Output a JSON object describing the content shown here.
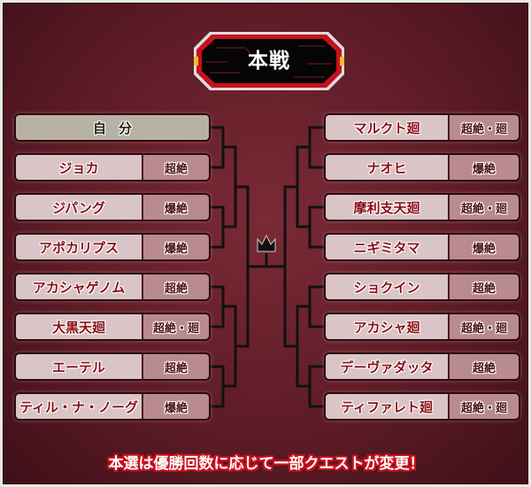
{
  "title": "本戦",
  "left": [
    {
      "name": "自分",
      "tag": null
    },
    {
      "name": "ジョカ",
      "tag": "超絶"
    },
    {
      "name": "ジパング",
      "tag": "爆絶"
    },
    {
      "name": "アポカリプス",
      "tag": "爆絶"
    },
    {
      "name": "アカシャゲノム",
      "tag": "超絶"
    },
    {
      "name": "大黒天廻",
      "tag": "超絶・廻"
    },
    {
      "name": "エーテル",
      "tag": "超絶"
    },
    {
      "name": "ティル・ナ・ノーグ",
      "tag": "爆絶"
    }
  ],
  "right": [
    {
      "name": "マルクト廻",
      "tag": "超絶・廻"
    },
    {
      "name": "ナオヒ",
      "tag": "爆絶"
    },
    {
      "name": "摩利支天廻",
      "tag": "超絶・廻"
    },
    {
      "name": "ニギミタマ",
      "tag": "爆絶"
    },
    {
      "name": "ショクイン",
      "tag": "超絶"
    },
    {
      "name": "アカシャ廻",
      "tag": "超絶・廻"
    },
    {
      "name": "デーヴァダッタ",
      "tag": "超絶"
    },
    {
      "name": "ティファレト廻",
      "tag": "超絶・廻"
    }
  ],
  "footer": "本選は優勝回数に応じて一部クエストが変更！",
  "colors": {
    "accent": "#c8101c",
    "background": "#5e1c27"
  }
}
